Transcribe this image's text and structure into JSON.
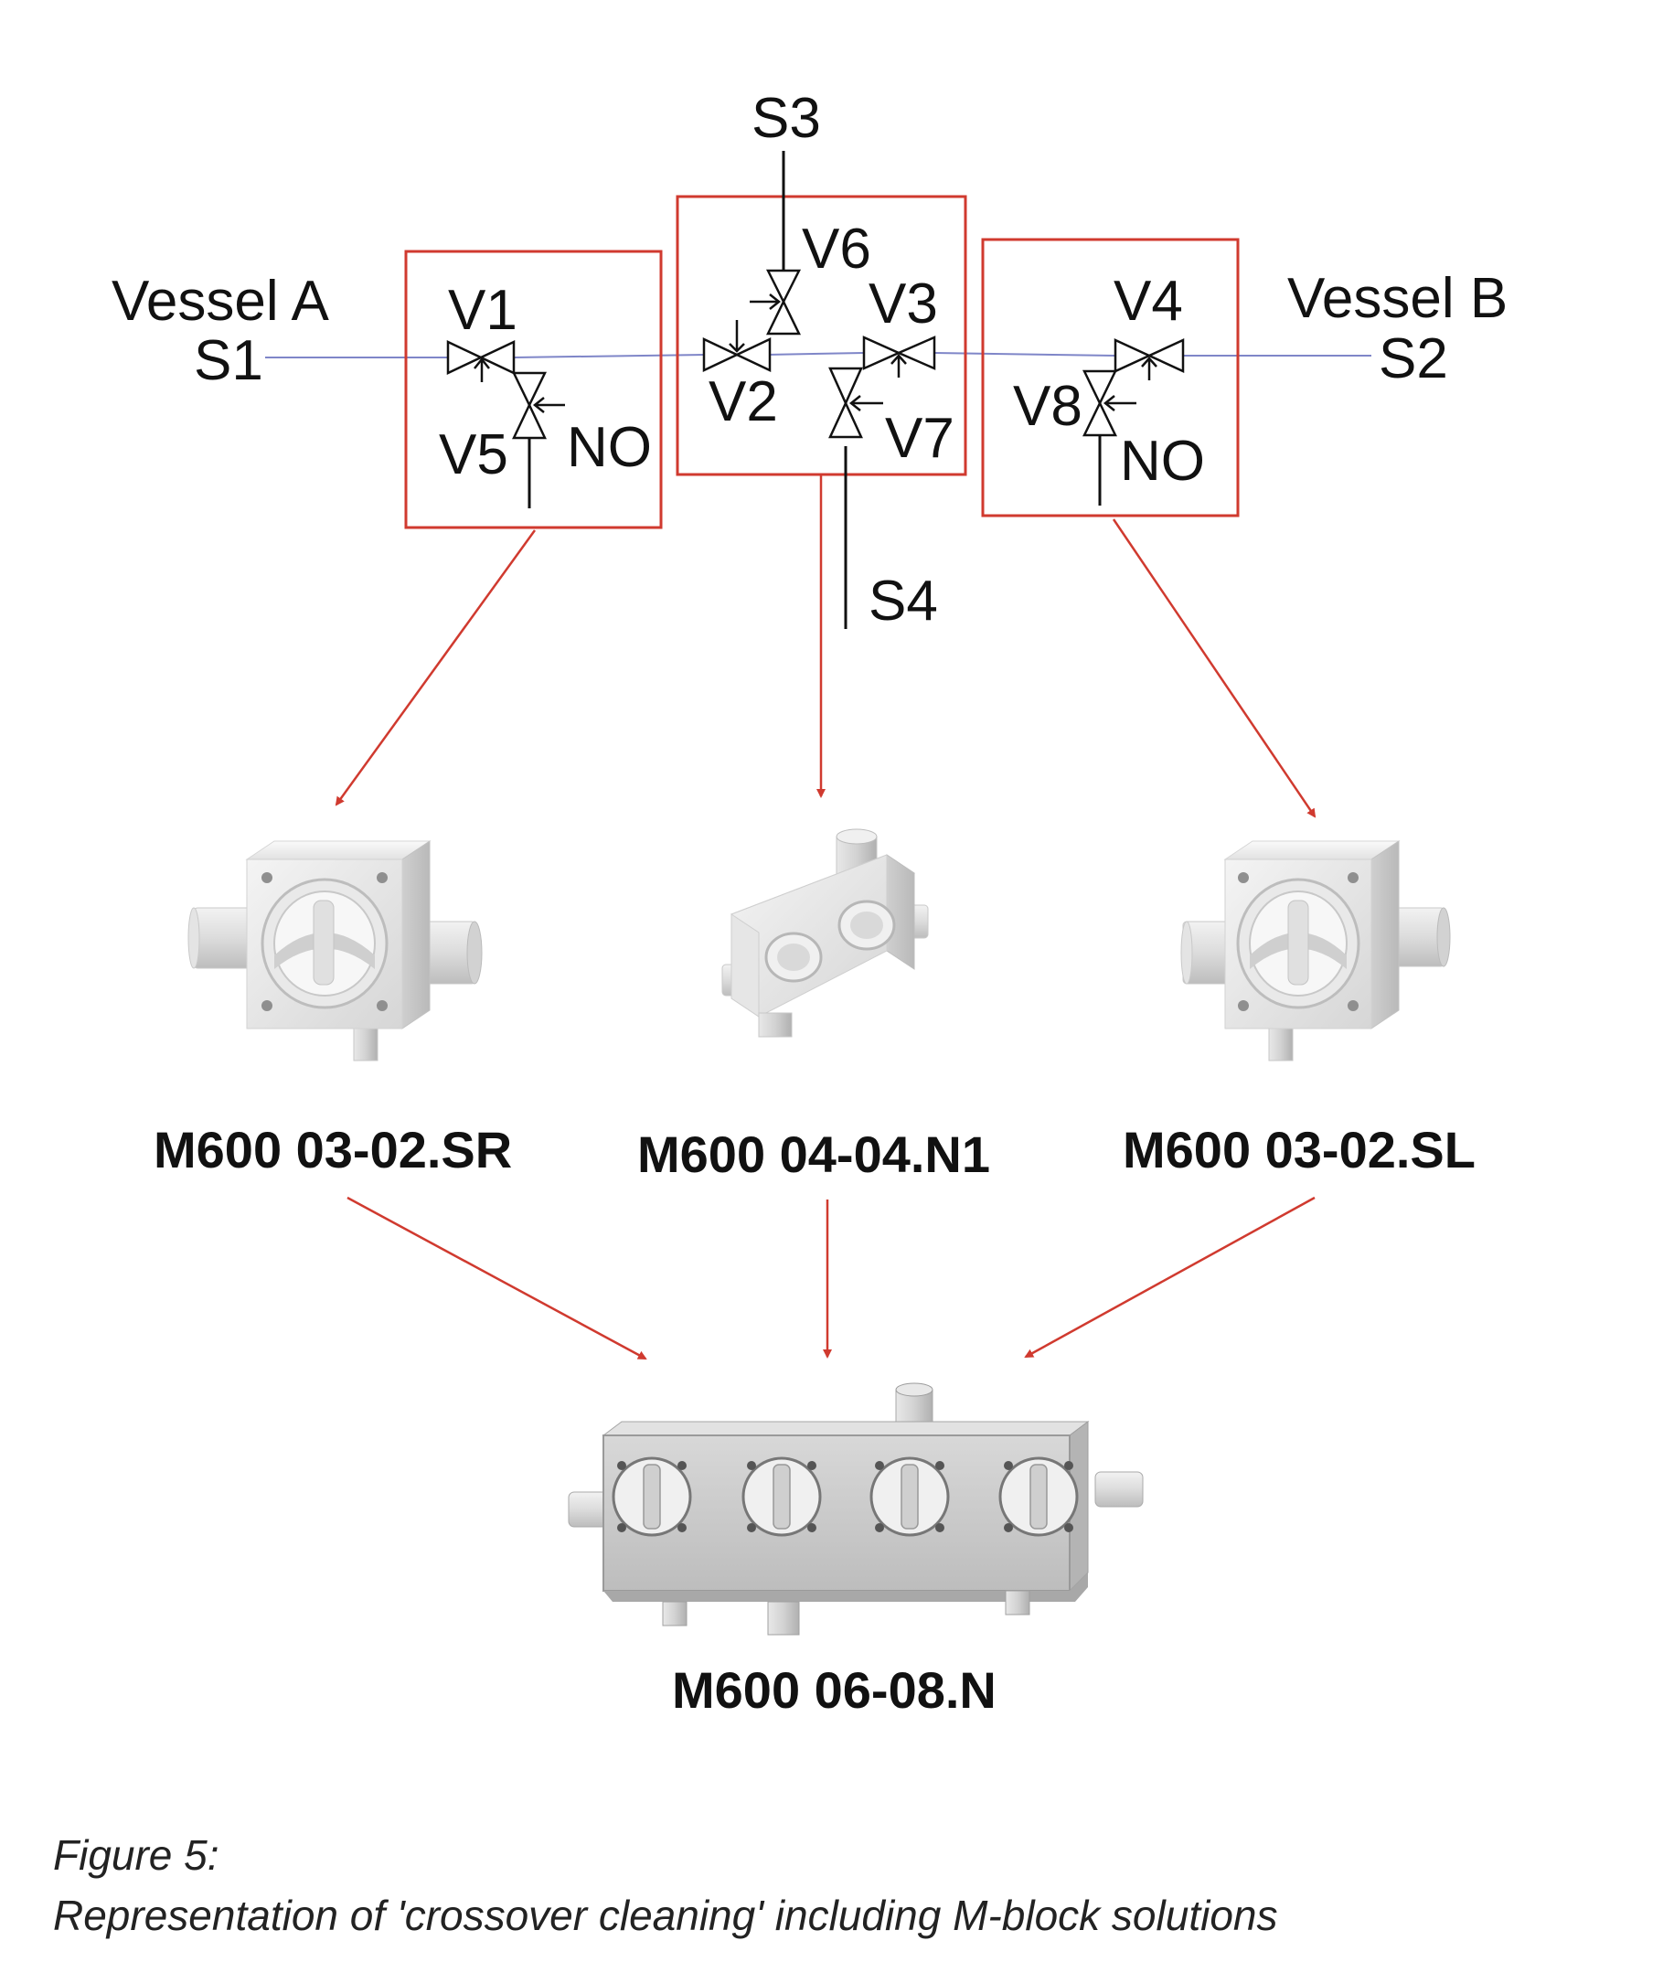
{
  "schematic": {
    "vessel_a": {
      "name": "Vessel A",
      "port": "S1"
    },
    "vessel_b": {
      "name": "Vessel B",
      "port": "S2"
    },
    "top_port": "S3",
    "bottom_port": "S4",
    "valves": {
      "v1": "V1",
      "v2": "V2",
      "v3": "V3",
      "v4": "V4",
      "v5": "V5",
      "v6": "V6",
      "v7": "V7",
      "v8": "V8"
    },
    "no_left": "NO",
    "no_right": "NO",
    "line_color": "#7f86c8",
    "box_color": "#d03a2f"
  },
  "blocks": {
    "left": "M600 03-02.SR",
    "center": "M600 04-04.N1",
    "right": "M600 03-02.SL",
    "combined": "M600 06-08.N"
  },
  "caption": {
    "line1": "Figure 5:",
    "line2": "Representation of 'crossover cleaning' including M-block solutions"
  }
}
